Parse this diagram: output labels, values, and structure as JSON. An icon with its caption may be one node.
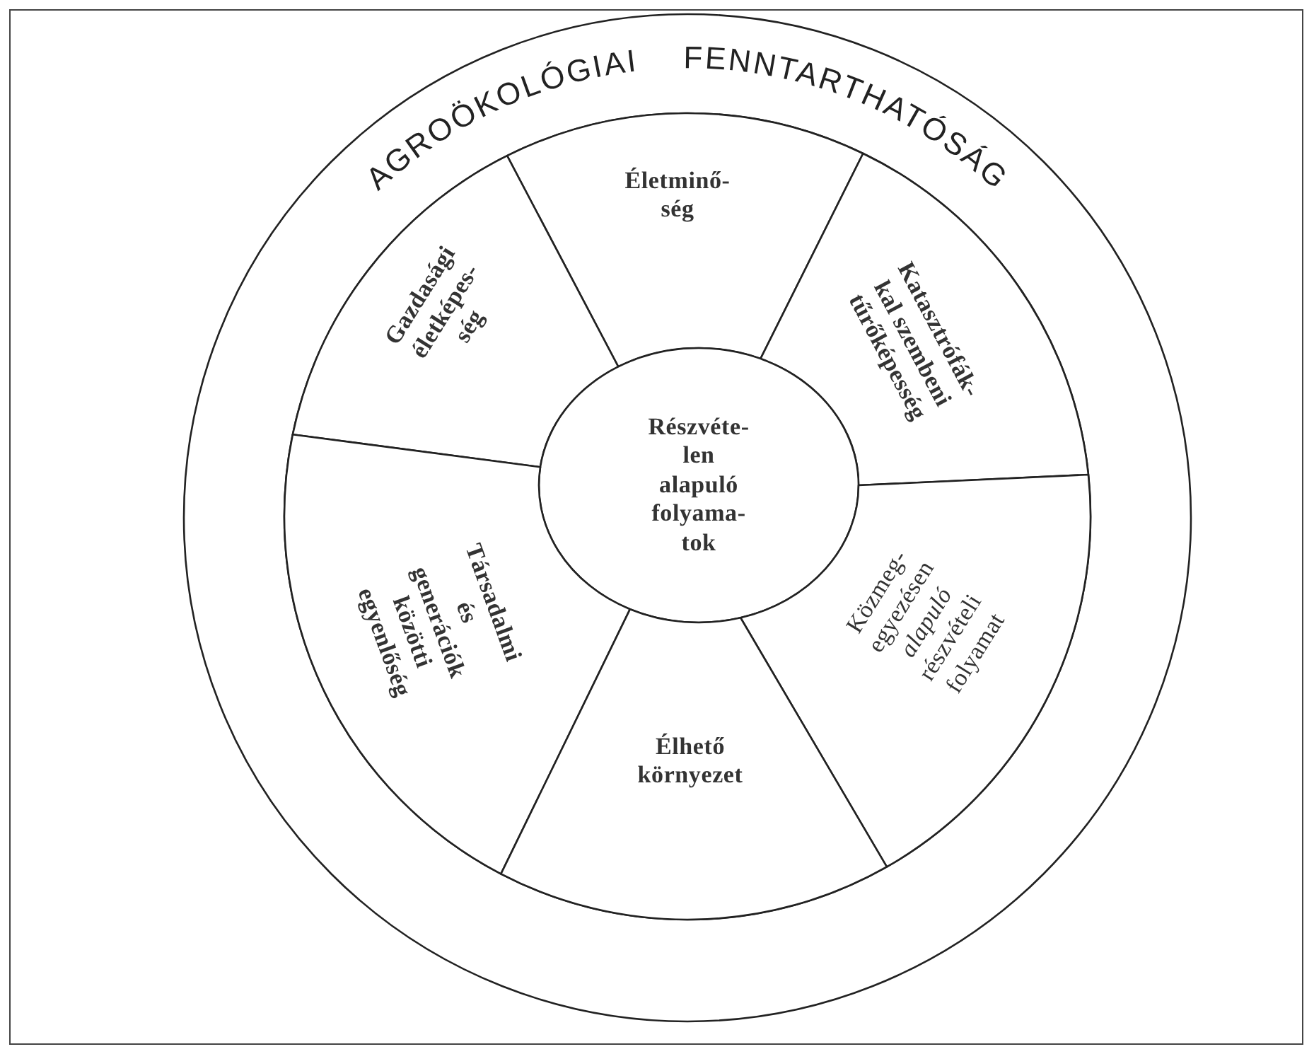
{
  "diagram": {
    "title": "AGROÖKOLÓGIAI FENNTARTHATÓSÁG",
    "nodes": [
      {
        "text": [
          "Életminő- ség"
        ]
      },
      {
        "text": [
          "Gazdasági életképes- ség"
        ]
      },
      {
        "text": [
          "Katasztrófák- kal szembeni tűrőképesség"
        ]
      },
      {
        "text": [
          "Részvéte- len alapuló folyama- tok"
        ]
      },
      {
        "text": [
          "Társadalmi és generációk közötti egyenlőség"
        ]
      },
      {
        "text": [
          "Közmeg- egyezésen *alapuló* részvételi folyamat"
        ]
      },
      {
        "text": [
          "Élhető környezet"
        ]
      }
    ]
  }
}
